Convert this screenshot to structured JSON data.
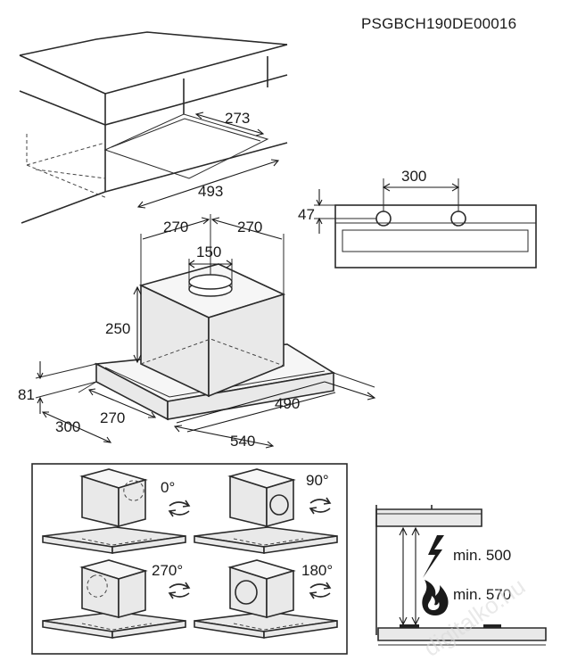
{
  "product_code": "PSGBCH190DE00016",
  "cabinet": {
    "dims": {
      "depth": "273",
      "width": "493"
    }
  },
  "panel": {
    "dims": {
      "hole_spacing": "300",
      "hole_height": "47"
    }
  },
  "hood": {
    "dims": {
      "left_offset": "270",
      "right_offset": "270",
      "duct_diameter": "150",
      "chimney_height": "250",
      "body_height": "81",
      "depth_outer": "300",
      "depth_inner": "270",
      "width_inner": "490",
      "width_outer": "540"
    }
  },
  "rotations": [
    {
      "angle": "0°",
      "icon": "rotate-arrows-icon"
    },
    {
      "angle": "90°",
      "icon": "rotate-arrows-icon"
    },
    {
      "angle": "270°",
      "icon": "rotate-arrows-icon"
    },
    {
      "angle": "180°",
      "icon": "rotate-arrows-icon"
    }
  ],
  "clearance": {
    "electric_min": "min. 500",
    "gas_min": "min. 570",
    "icons": [
      "lightning-icon",
      "flame-icon"
    ]
  },
  "watermark": "digitalko.hu"
}
